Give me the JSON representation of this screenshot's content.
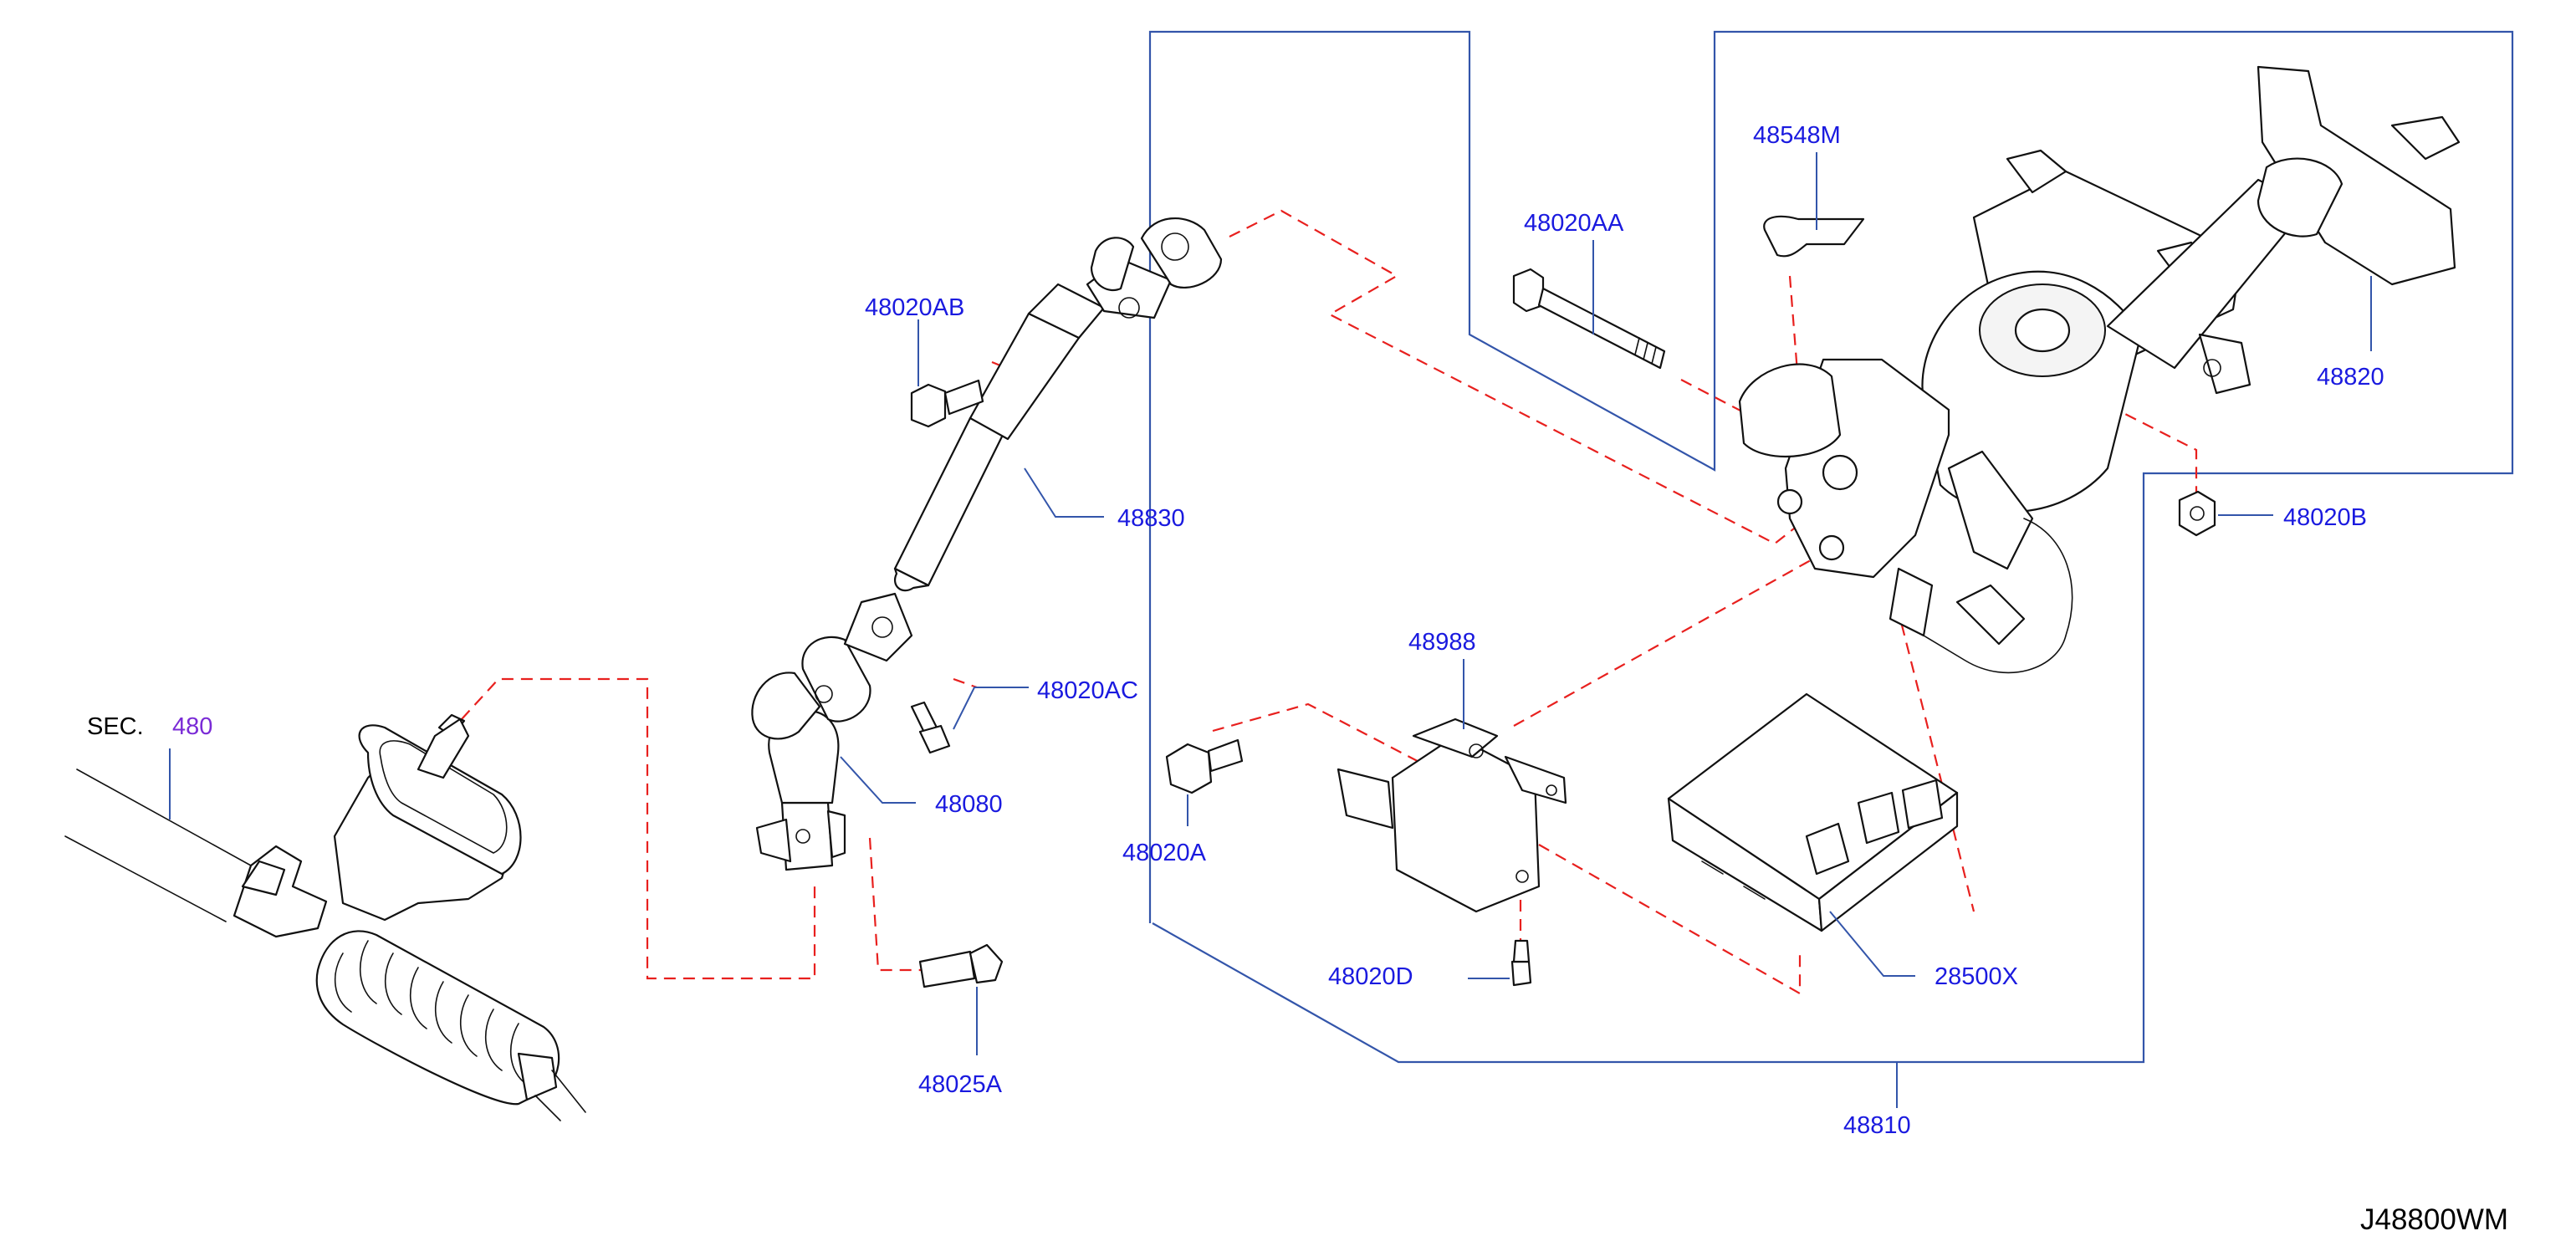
{
  "diagram": {
    "drawing_code": "J48800WM",
    "section_ref": {
      "prefix": "SEC.",
      "number": "480"
    },
    "colors": {
      "label": "#1a1adf",
      "section_number": "#7a2bd6",
      "outline": "#3355aa",
      "assembly_guide": "#e8201e"
    },
    "parts": [
      {
        "id": "48810",
        "label": "48810"
      },
      {
        "id": "48820",
        "label": "48820"
      },
      {
        "id": "48830",
        "label": "48830"
      },
      {
        "id": "48080",
        "label": "48080"
      },
      {
        "id": "48988",
        "label": "48988"
      },
      {
        "id": "28500X",
        "label": "28500X"
      },
      {
        "id": "48548M",
        "label": "48548M"
      },
      {
        "id": "48020AA",
        "label": "48020AA"
      },
      {
        "id": "48020AB",
        "label": "48020AB"
      },
      {
        "id": "48020AC",
        "label": "48020AC"
      },
      {
        "id": "48020A",
        "label": "48020A"
      },
      {
        "id": "48020B",
        "label": "48020B"
      },
      {
        "id": "48020D",
        "label": "48020D"
      },
      {
        "id": "48025A",
        "label": "48025A"
      }
    ]
  }
}
